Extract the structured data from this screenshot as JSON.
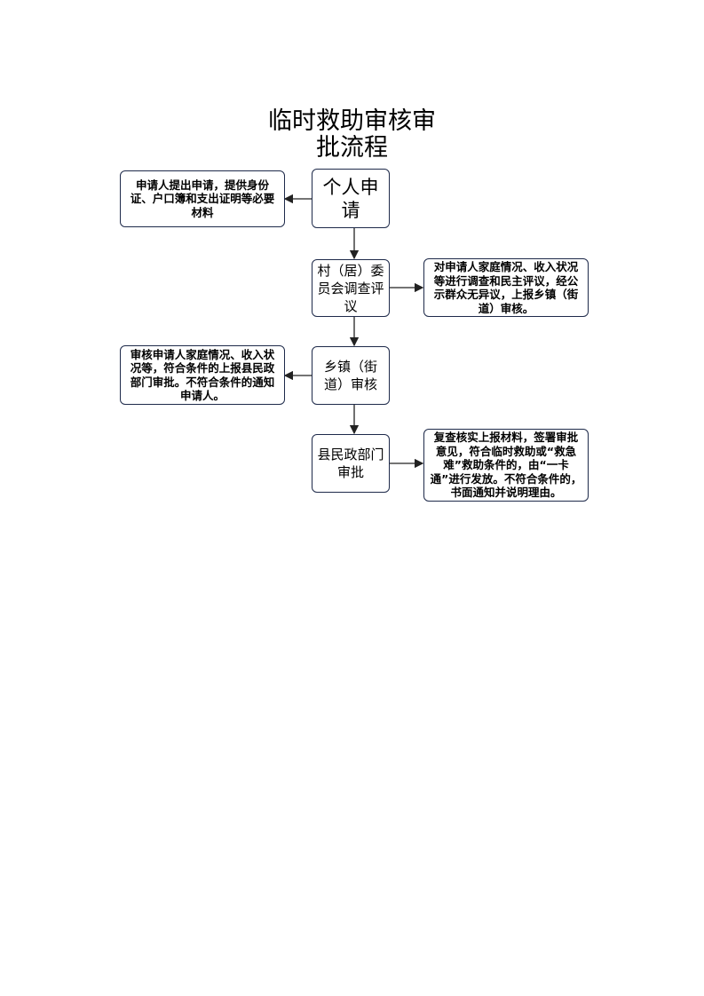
{
  "title": {
    "line1": "临时救助审核审",
    "line2": "批流程"
  },
  "steps": [
    {
      "label": "个人申请",
      "note": "申请人提出申请，提供身份证、户口簿和支出证明等必要材料"
    },
    {
      "label": "村（居）委员会调查评议",
      "note": "对申请人家庭情况、收入状况等进行调查和民主评议，经公示群众无异议，上报乡镇（街道）审核。"
    },
    {
      "label": "乡镇（街道）审核",
      "note": "审核申请人家庭情况、收入状况等，符合条件的上报县民政部门审批。不符合条件的通知申请人。"
    },
    {
      "label": "县民政部门审批",
      "note": "复查核实上报材料，签署审批意见，符合临时救助或“救急难”救助条件的，由“一卡通”进行发放。不符合条件的，书面通知并说明理由。"
    }
  ],
  "colors": {
    "border": "#1e2a4a",
    "arrow": "#222222"
  }
}
